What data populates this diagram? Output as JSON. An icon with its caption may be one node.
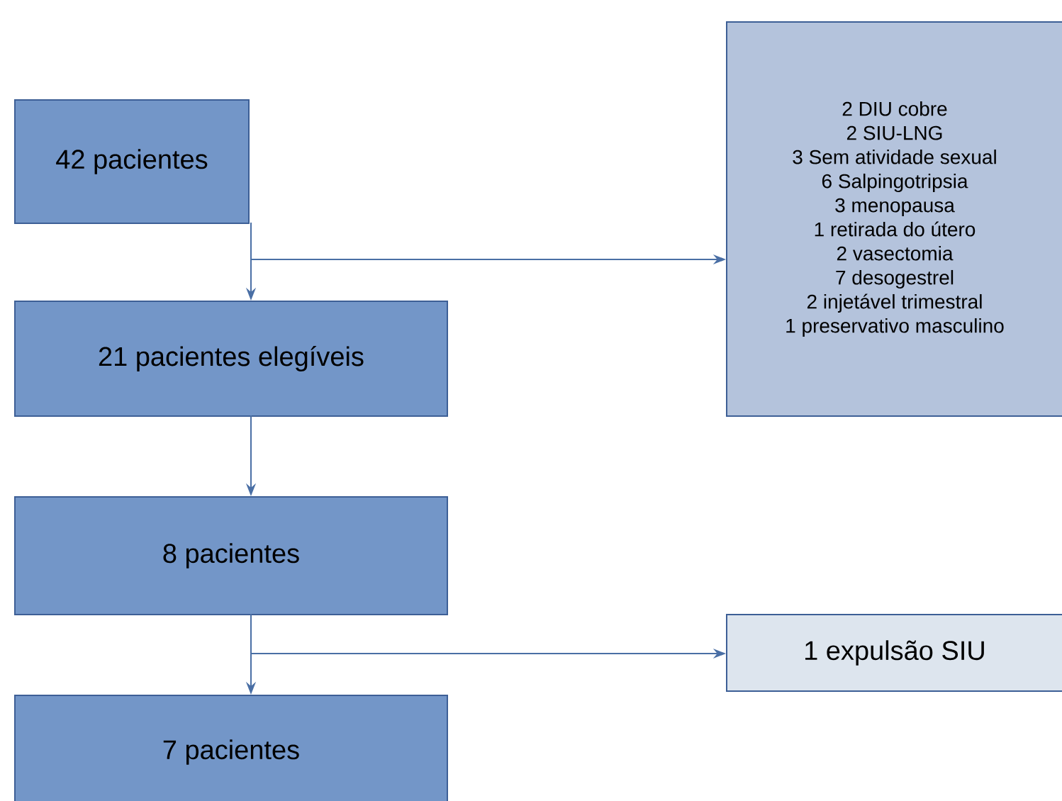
{
  "diagram": {
    "nodes": [
      {
        "text": [
          "42 pacientes"
        ]
      },
      {
        "text": [
          "21 pacientes elegíveis"
        ]
      },
      {
        "text": [
          "8 pacientes"
        ]
      },
      {
        "text": [
          "7 pacientes"
        ]
      },
      {
        "text": [
          "2 DIU cobre",
          "2 SIU-LNG",
          "3 Sem atividade sexual",
          "6 Salpingotripsia",
          "3 menopausa",
          "1 retirada do útero",
          "2 vasectomia",
          "7 desogestrel",
          "2 injetável trimestral",
          "1 preservativo masculino"
        ]
      },
      {
        "text": [
          "1 expulsão SIU"
        ]
      }
    ],
    "edges": [
      {
        "from": 0,
        "to": 1,
        "arrow": "to"
      },
      {
        "from": 0,
        "to": 4,
        "arrow": "to"
      },
      {
        "from": 1,
        "to": 2,
        "arrow": "to"
      },
      {
        "from": 2,
        "to": 3,
        "arrow": "to"
      },
      {
        "from": 2,
        "to": 5,
        "arrow": "to"
      }
    ]
  }
}
